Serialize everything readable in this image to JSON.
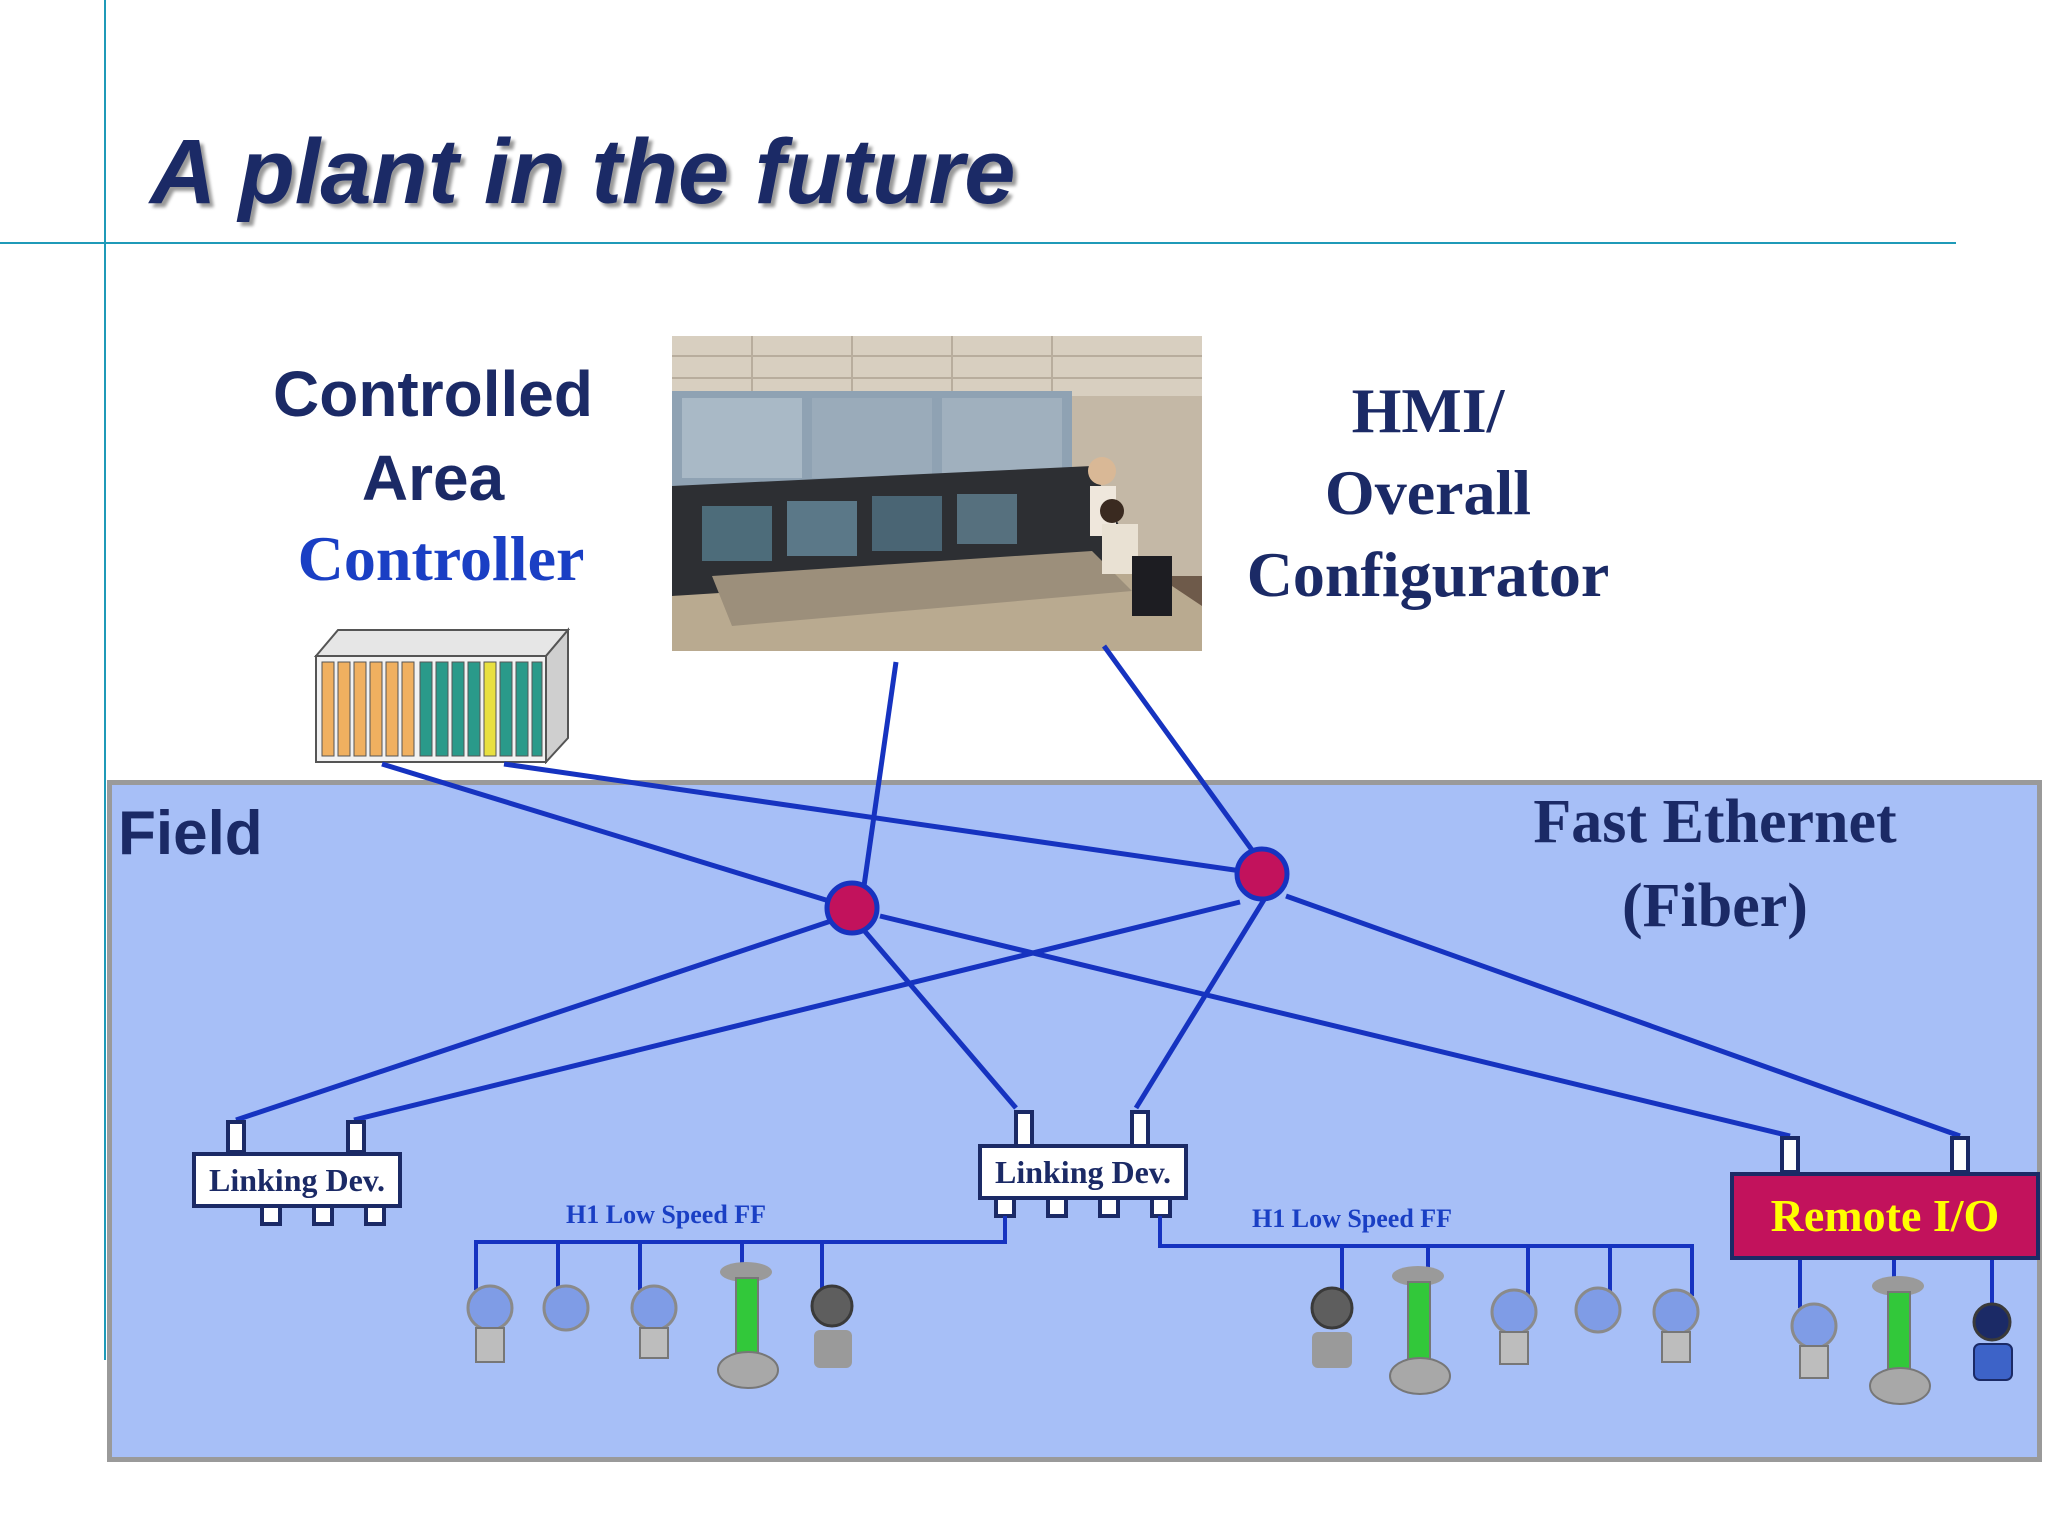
{
  "slide": {
    "title": "A plant in the future"
  },
  "labels": {
    "controlled_area_line1": "Controlled",
    "controlled_area_line2": "Area",
    "controller": "Controller",
    "hmi_line1": "HMI/",
    "hmi_line2": "Overall",
    "hmi_line3": "Configurator",
    "field": "Field",
    "fast_ethernet_line1": "Fast Ethernet",
    "fast_ethernet_line2": "(Fiber)"
  },
  "devices": {
    "linking_left": "Linking Dev.",
    "linking_center": "Linking Dev.",
    "remote_io": "Remote I/O",
    "h1_left": "H1 Low Speed FF",
    "h1_right": "H1 Low Speed FF"
  },
  "colors": {
    "title": "#1b2a66",
    "accent_line": "#1f9ab8",
    "field_bg": "#a7bff7",
    "network_line": "#1633c0",
    "switch_node": "#c2125c",
    "controller_text": "#1a3fc4",
    "remote_io_bg": "#c2125c",
    "remote_io_text": "#ffff00"
  }
}
